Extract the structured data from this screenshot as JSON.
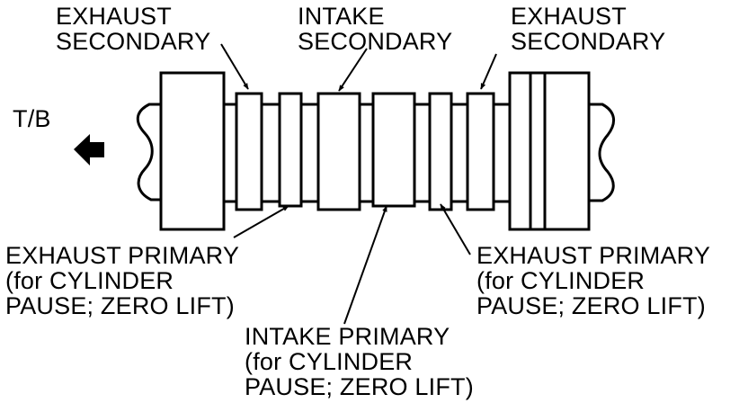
{
  "direction_label": "T/B",
  "labels": {
    "exhaust_secondary_left": [
      "EXHAUST",
      "SECONDARY"
    ],
    "intake_secondary": [
      "INTAKE",
      "SECONDARY"
    ],
    "exhaust_secondary_right": [
      "EXHAUST",
      "SECONDARY"
    ],
    "exhaust_primary_left": [
      "EXHAUST PRIMARY",
      "(for CYLINDER",
      "PAUSE; ZERO LIFT)"
    ],
    "intake_primary": [
      "INTAKE PRIMARY",
      "(for CYLINDER",
      "PAUSE; ZERO LIFT)"
    ],
    "exhaust_primary_right": [
      "EXHAUST PRIMARY",
      "(for CYLINDER",
      "PAUSE; ZERO LIFT)"
    ]
  },
  "colors": {
    "line": "#000000",
    "fill": "#ffffff"
  },
  "icons": {
    "direction_arrow": "arrow-left-icon"
  }
}
